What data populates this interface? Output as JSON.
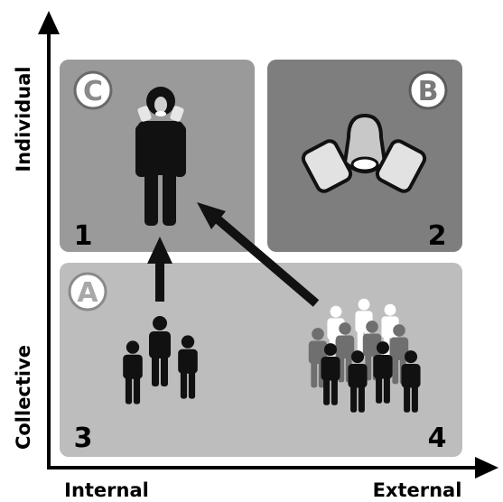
{
  "axes": {
    "y_top": "Individual",
    "y_bottom": "Collective",
    "x_left": "Internal",
    "x_right": "External"
  },
  "badges": {
    "c": "C",
    "b": "B",
    "a": "A"
  },
  "quadrants": {
    "q1": "1",
    "q2": "2",
    "q3": "3",
    "q4": "4"
  },
  "colors": {
    "quadrant_c": "#9a9a9a",
    "quadrant_b": "#7e7e7e",
    "quadrant_a": "#bdbdbd",
    "figure": "#111111",
    "figure_back": "#6f6f6f",
    "figure_white": "#ffffff"
  },
  "icons": [
    "person-with-respirator-icon",
    "respirator-mask-icon",
    "small-group-icon",
    "crowd-icon"
  ]
}
